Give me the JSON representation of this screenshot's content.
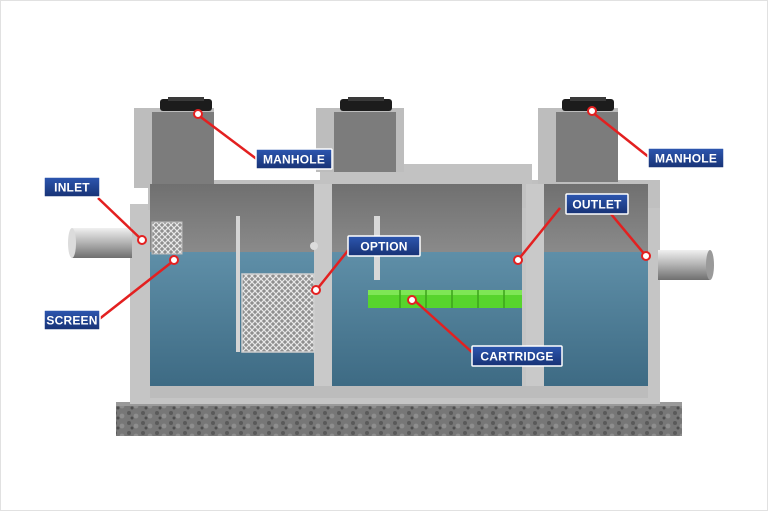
{
  "labels": {
    "manhole_left": "MANHOLE",
    "manhole_right": "MANHOLE",
    "inlet": "INLET",
    "screen": "SCREEN",
    "option": "OPTION",
    "outlet": "OUTLET",
    "cartridge": "CARTRIDGE"
  },
  "colors": {
    "label_bg": "#1f3f8c",
    "label_text": "#ffffff",
    "leader": "#e32020",
    "water": "#4a7a96",
    "concrete": "#c7c7c7",
    "cartridge": "#57d42c"
  }
}
